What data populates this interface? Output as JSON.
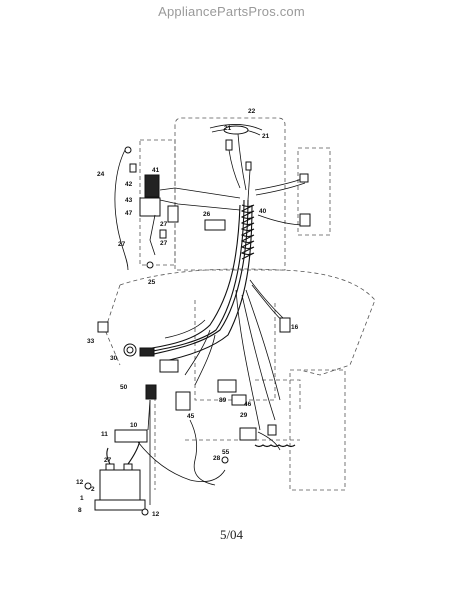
{
  "watermark": "AppliancePartsPros.com",
  "footer": "5/04",
  "callouts": [
    "22",
    "21",
    "21",
    "24",
    "41",
    "42",
    "43",
    "47",
    "27",
    "27",
    "27",
    "26",
    "40",
    "25",
    "16",
    "33",
    "30",
    "50",
    "45",
    "89",
    "46",
    "10",
    "11",
    "27",
    "12",
    "2",
    "1",
    "8",
    "12",
    "29",
    "28",
    "55"
  ]
}
